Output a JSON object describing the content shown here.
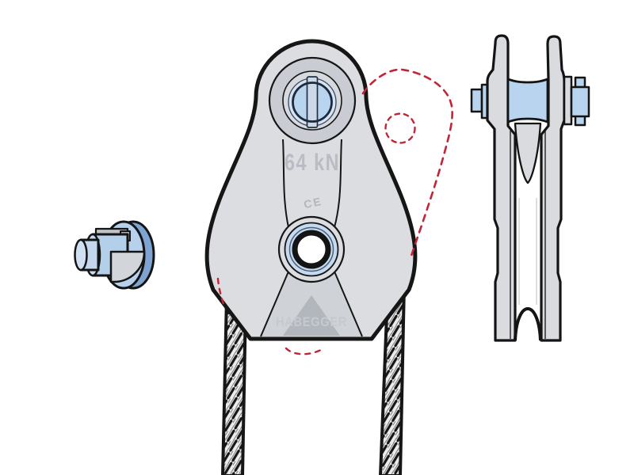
{
  "illustration": {
    "type": "technical-illustration",
    "subject": "pulley-block",
    "front_view": {
      "load_rating": "64 kN",
      "ce_mark": "CE",
      "brand": "HABEGGER"
    },
    "colors": {
      "background": "#ffffff",
      "outline": "#161616",
      "body_gray": "#dbdde0",
      "eye_recess_gray": "#c9ccd3",
      "eye_inner_gray": "#d6d9dd",
      "bottom_panel_gray": "#cfd2d7",
      "logo_triangle_gray": "#b2b6bd",
      "stamp_text_gray": "#b9bdc3",
      "sheave_blue": "#b9d4ee",
      "hub_ring_blue": "#c5daf0",
      "pale_blue": "#d7e3f2",
      "axle_side_blue": "#7fa4d1",
      "rope_path_red": "#c22438"
    }
  }
}
